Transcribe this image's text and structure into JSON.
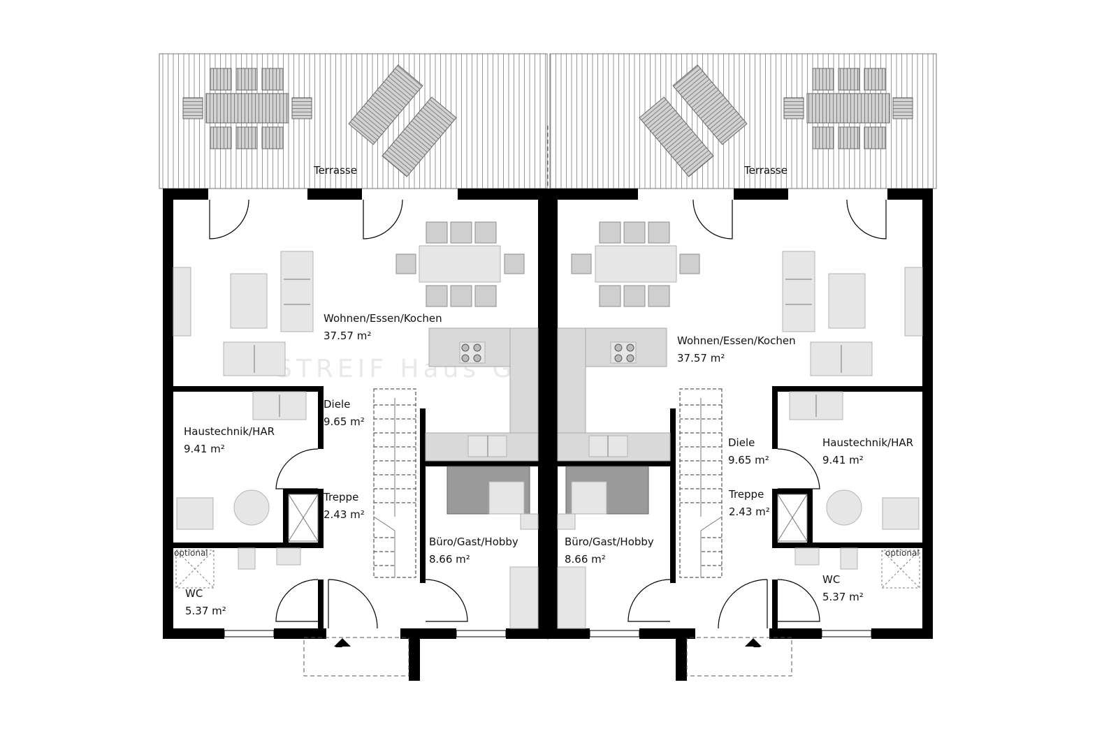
{
  "watermark": {
    "letters": "STREIF",
    "text": "STREIF Haus GmbH"
  },
  "terrace_left": "Terrasse",
  "terrace_right": "Terrasse",
  "units": [
    {
      "living_name": "Wohnen/Essen/Kochen",
      "living_area": "37.57 m²",
      "hall_name": "Diele",
      "hall_area": "9.65 m²",
      "tech_name": "Haustechnik/HAR",
      "tech_area": "9.41 m²",
      "stairs_name": "Treppe",
      "stairs_area": "2.43 m²",
      "office_name": "Büro/Gast/Hobby",
      "office_area": "8.66 m²",
      "wc_name": "WC",
      "wc_area": "5.37 m²",
      "optional": "optional"
    },
    {
      "living_name": "Wohnen/Essen/Kochen",
      "living_area": "37.57 m²",
      "hall_name": "Diele",
      "hall_area": "9.65 m²",
      "tech_name": "Haustechnik/HAR",
      "tech_area": "9.41 m²",
      "stairs_name": "Treppe",
      "stairs_area": "2.43 m²",
      "office_name": "Büro/Gast/Hobby",
      "office_area": "8.66 m²",
      "wc_name": "WC",
      "wc_area": "5.37 m²",
      "optional": "optional"
    }
  ],
  "colors": {
    "wall": "#000000",
    "furniture": "#e6e6e6",
    "kitchen_dark": "#9a9a9a"
  }
}
